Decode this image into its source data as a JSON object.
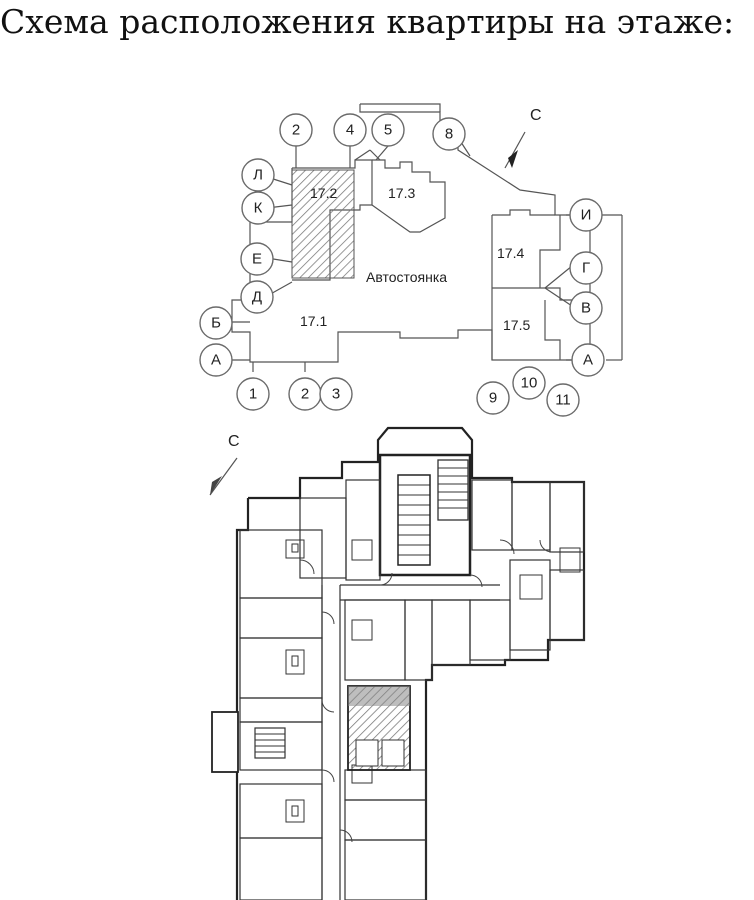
{
  "title": "Схема расположения квартиры на этаже:",
  "site_plan": {
    "north_label": "С",
    "parking_label": "Автостоянка",
    "sections": [
      "17.1",
      "17.2",
      "17.3",
      "17.4",
      "17.5"
    ],
    "axis_marks": [
      "2",
      "4",
      "5",
      "8",
      "Л",
      "К",
      "Е",
      "Д",
      "Б",
      "А",
      "1",
      "2",
      "3",
      "И",
      "Г",
      "В",
      "А",
      "9",
      "10",
      "11"
    ]
  },
  "floor_plan": {
    "north_label": "С"
  },
  "colors": {
    "highlight_hatch": "#777777",
    "wall": "#222222"
  }
}
